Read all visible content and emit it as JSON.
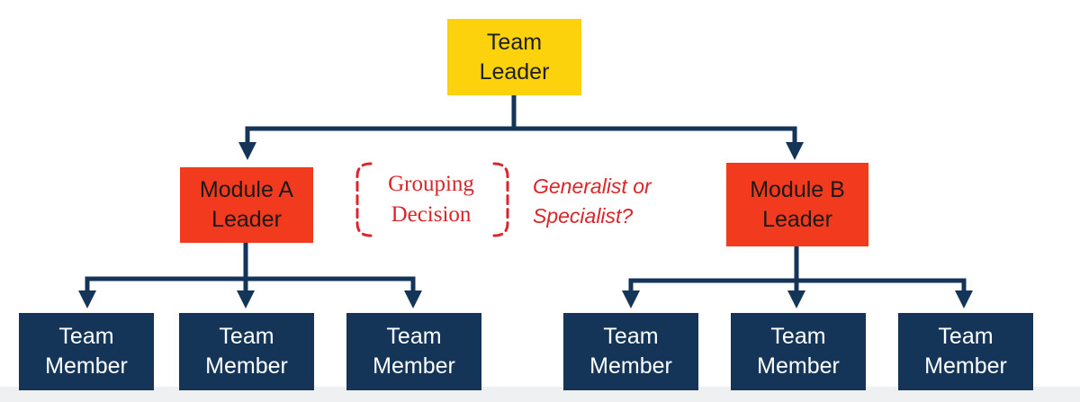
{
  "diagram": {
    "root": {
      "line1": "Team",
      "line2": "Leader",
      "color": "#fbd20b"
    },
    "modules": [
      {
        "line1": "Module A",
        "line2": "Leader",
        "color": "#f23a1e"
      },
      {
        "line1": "Module B",
        "line2": "Leader",
        "color": "#f23a1e"
      }
    ],
    "members": [
      {
        "line1": "Team",
        "line2": "Member"
      },
      {
        "line1": "Team",
        "line2": "Member"
      },
      {
        "line1": "Team",
        "line2": "Member"
      },
      {
        "line1": "Team",
        "line2": "Member"
      },
      {
        "line1": "Team",
        "line2": "Member"
      },
      {
        "line1": "Team",
        "line2": "Member"
      }
    ],
    "member_color": "#143558",
    "connector_color": "#143558",
    "annotation": {
      "grouping_line1": "Grouping",
      "grouping_line2": "Decision",
      "question_line1": "Generalist or",
      "question_line2": "Specialist?",
      "color": "#d8262a"
    }
  }
}
